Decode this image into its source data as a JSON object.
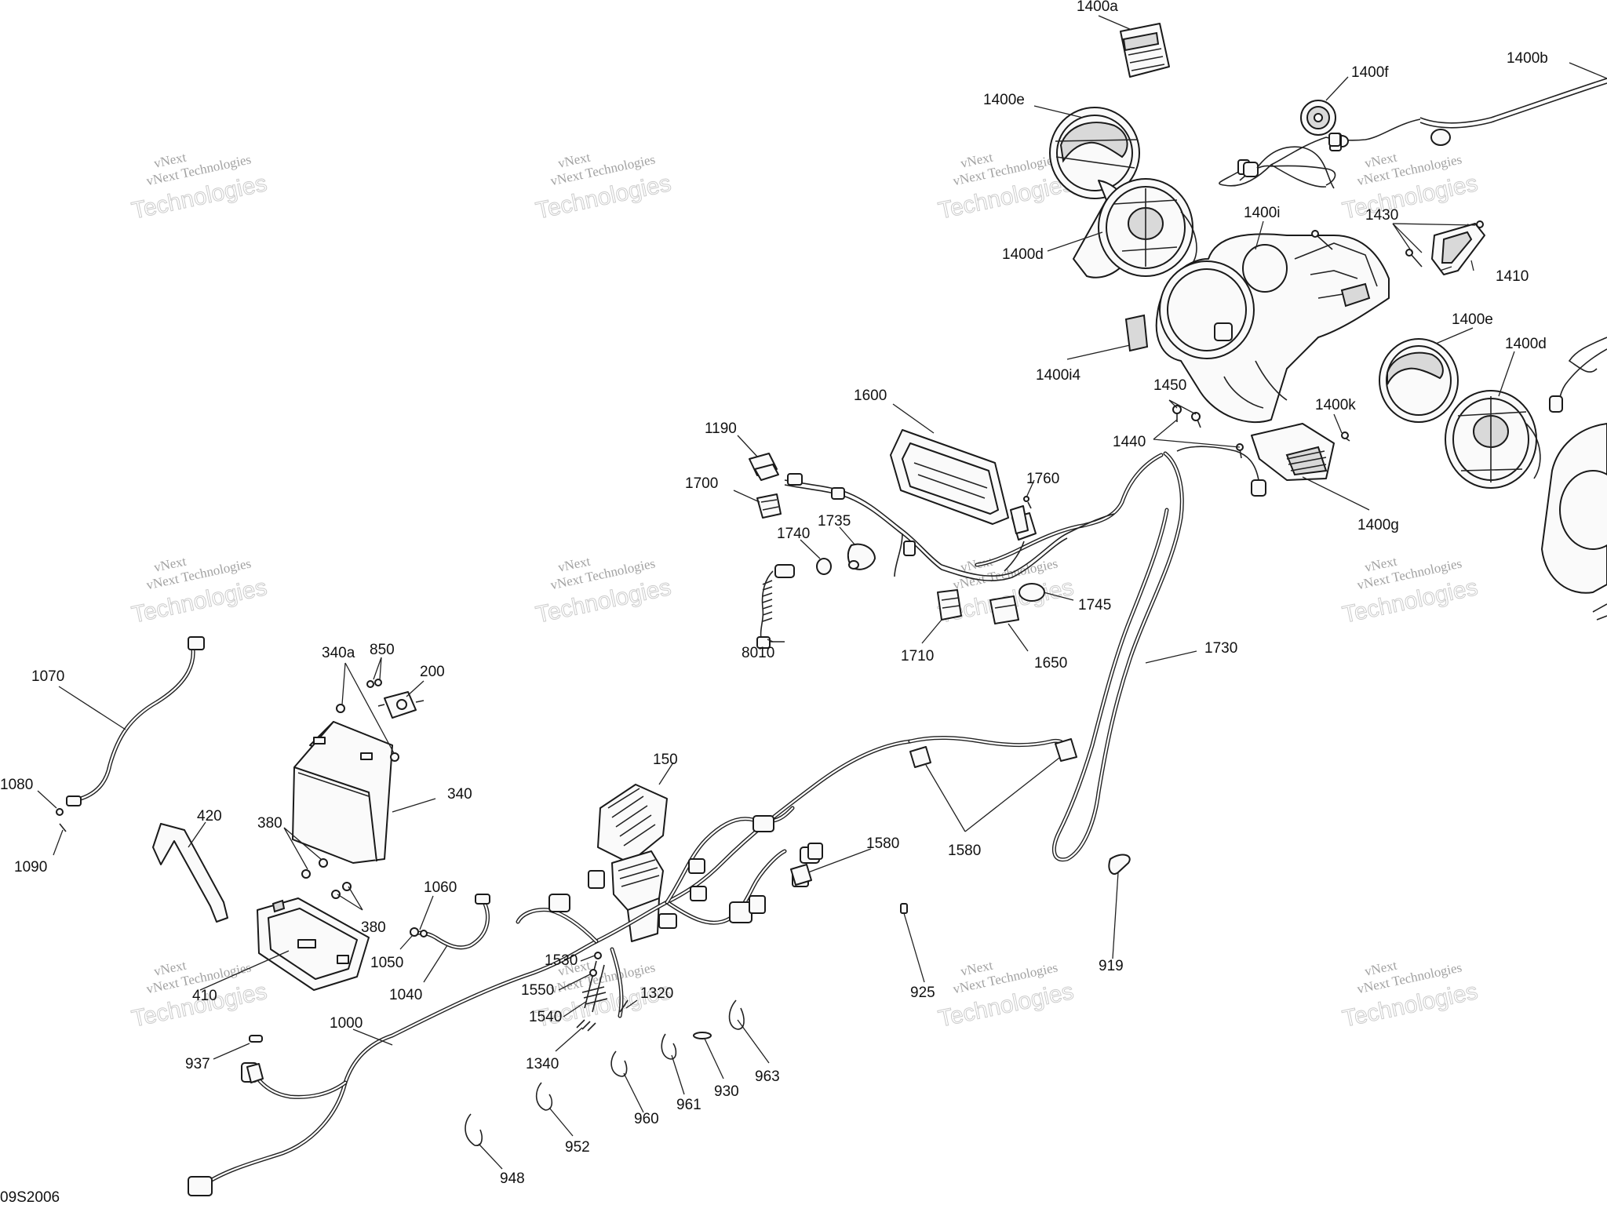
{
  "watermark": {
    "line1": "vNext Technologies",
    "line2": "Technologies",
    "small": "vNext"
  },
  "drawing_code": "09S2006",
  "labels": {
    "l1400a": "1400a",
    "l1400b": "1400b",
    "l1400f": "1400f",
    "l1400e_top": "1400e",
    "l1400d_top": "1400d",
    "l1400i": "1400i",
    "l1430": "1430",
    "l1410": "1410",
    "l1400i4": "1400i4",
    "l1400e_right": "1400e",
    "l1400d_right": "1400d",
    "l1450": "1450",
    "l1400k": "1400k",
    "l1440": "1440",
    "l1400g": "1400g",
    "l1600": "1600",
    "l1190": "1190",
    "l1700": "1700",
    "l1760": "1760",
    "l1735": "1735",
    "l1740": "1740",
    "l1745": "1745",
    "l8010": "8010",
    "l1710": "1710",
    "l1650": "1650",
    "l1730": "1730",
    "l1070": "1070",
    "l340a": "340a",
    "l850": "850",
    "l200": "200",
    "l1080": "1080",
    "l1090": "1090",
    "l340": "340",
    "l420": "420",
    "l380a": "380",
    "l380b": "380",
    "l150": "150",
    "l1580a": "1580",
    "l1580b": "1580",
    "l1060": "1060",
    "l1050": "1050",
    "l1040": "1040",
    "l410": "410",
    "l1530": "1530",
    "l1320": "1320",
    "l1550": "1550",
    "l1540": "1540",
    "l1340": "1340",
    "l1000": "1000",
    "l937": "937",
    "l925": "925",
    "l919": "919",
    "l963": "963",
    "l930": "930",
    "l961": "961",
    "l960": "960",
    "l952": "952",
    "l948": "948"
  }
}
